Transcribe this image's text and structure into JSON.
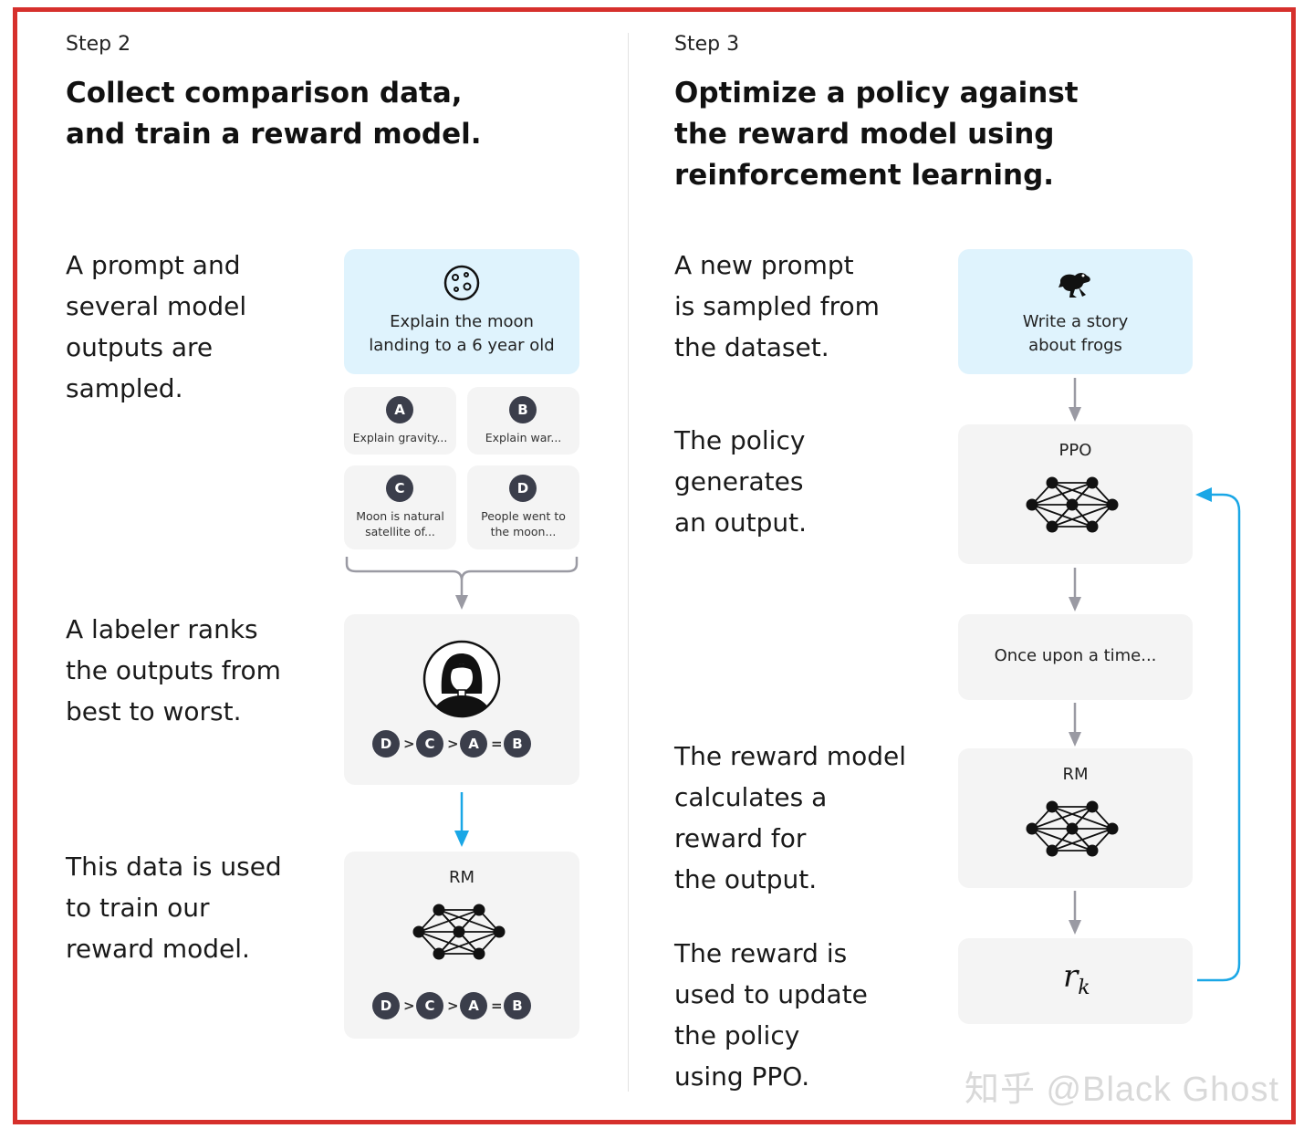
{
  "step2": {
    "label": "Step 2",
    "heading_line1": "Collect comparison data,",
    "heading_line2": "and train a reward model.",
    "desc1": [
      "A prompt and",
      "several model",
      "outputs are",
      "sampled."
    ],
    "desc2": [
      "A labeler ranks",
      "the outputs from",
      "best to worst."
    ],
    "desc3": [
      "This data is used",
      "to train our",
      "reward model."
    ],
    "prompt_line1": "Explain the moon",
    "prompt_line2": "landing to a 6 year old",
    "outputs": [
      {
        "badge": "A",
        "line1": "Explain gravity...",
        "line2": ""
      },
      {
        "badge": "B",
        "line1": "Explain war...",
        "line2": ""
      },
      {
        "badge": "C",
        "line1": "Moon is natural",
        "line2": "satellite of..."
      },
      {
        "badge": "D",
        "line1": "People went to",
        "line2": "the moon..."
      }
    ],
    "ranking": [
      "D",
      ">",
      "C",
      ">",
      "A",
      "=",
      "B"
    ],
    "rm_label": "RM"
  },
  "step3": {
    "label": "Step 3",
    "heading_line1": "Optimize a policy against",
    "heading_line2": "the reward model using",
    "heading_line3": "reinforcement learning.",
    "desc1": [
      "A new prompt",
      "is sampled from",
      "the dataset."
    ],
    "desc2": [
      "The policy",
      "generates",
      "an output."
    ],
    "desc3": [
      "The reward model",
      "calculates a",
      "reward for",
      "the output."
    ],
    "desc4": [
      "The reward is",
      "used to update",
      "the policy",
      "using PPO."
    ],
    "prompt_line1": "Write a story",
    "prompt_line2": "about frogs",
    "ppo_label": "PPO",
    "output_text": "Once upon a time...",
    "rm_label": "RM",
    "reward_symbol": "r",
    "reward_sub": "k"
  },
  "watermark": "知乎 @Black Ghost",
  "colors": {
    "frame": "#d6302c",
    "prompt_bg": "#dff3fd",
    "card_bg": "#f4f4f4",
    "badge": "#3b3e4b",
    "accent_arrow": "#1aa7e6",
    "gray_arrow": "#9a9aa3"
  },
  "icons": {
    "moon": "moon-icon",
    "frog": "frog-icon",
    "labeler": "labeler-avatar-icon",
    "network": "neural-network-icon"
  }
}
